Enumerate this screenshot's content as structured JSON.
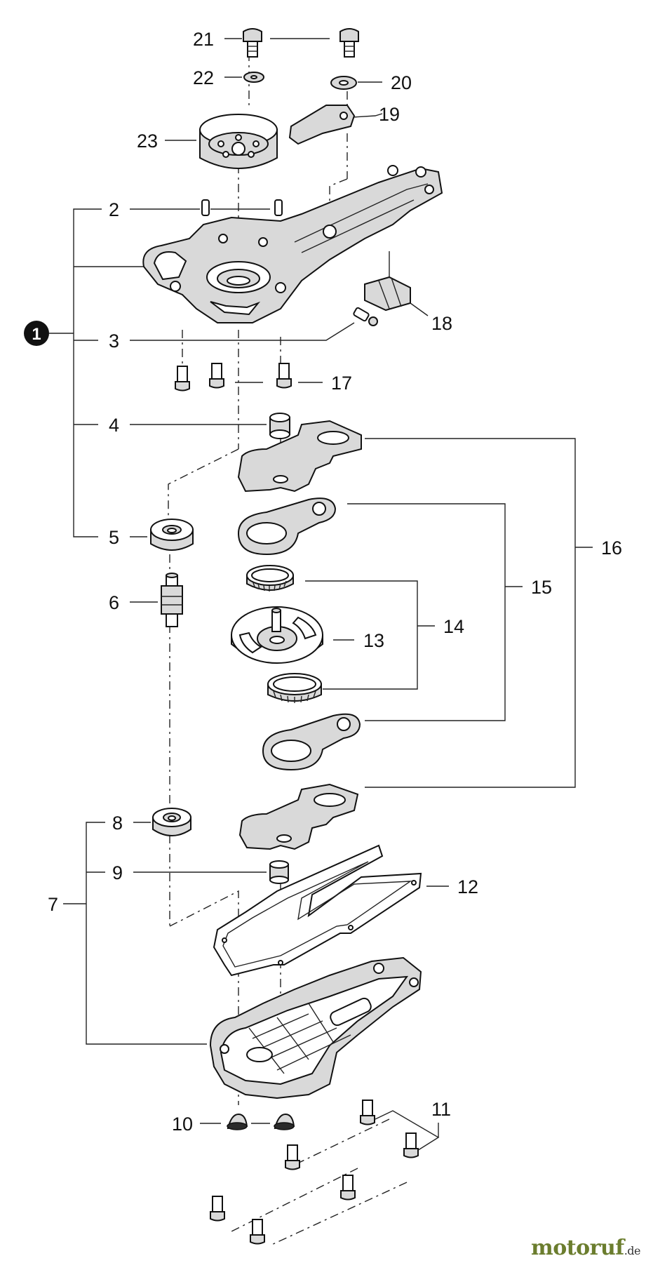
{
  "labels": {
    "l1": "1",
    "l2": "2",
    "l3": "3",
    "l4": "4",
    "l5": "5",
    "l6": "6",
    "l7": "7",
    "l8": "8",
    "l9": "9",
    "l10": "10",
    "l11": "11",
    "l12": "12",
    "l13": "13",
    "l14": "14",
    "l15": "15",
    "l16": "16",
    "l17": "17",
    "l18": "18",
    "l19": "19",
    "l20": "20",
    "l21": "21",
    "l22": "22",
    "l23": "23"
  },
  "watermark": {
    "brand": "motoruf",
    "tld": ".de"
  }
}
